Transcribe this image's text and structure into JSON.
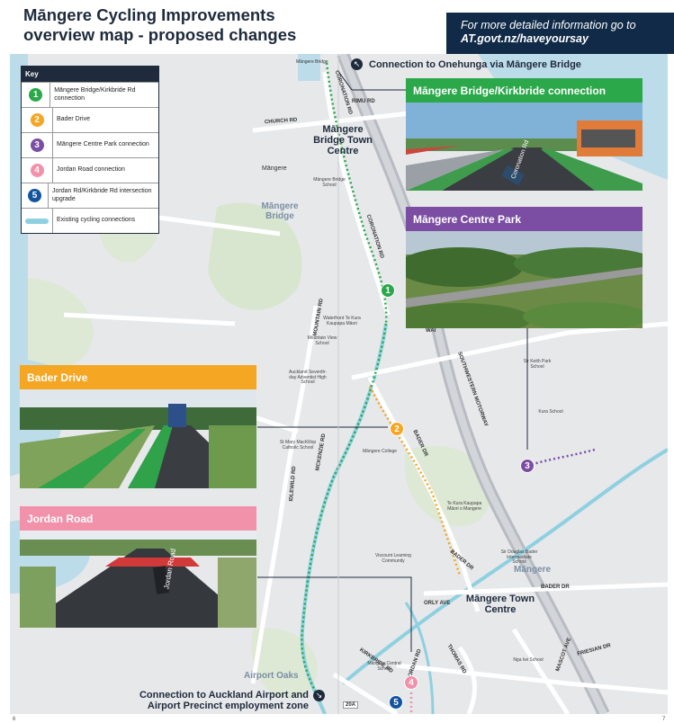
{
  "title": {
    "line1": "Māngere Cycling Improvements",
    "line2": "overview map - proposed changes"
  },
  "banner": {
    "line1": "For more detailed information go to",
    "line2": "AT.govt.nz/haveyoursay"
  },
  "key": {
    "heading": "Key",
    "items": [
      {
        "symbol": "1",
        "label": "Māngere Bridge/Kirkbride Rd connection",
        "color": "#2aa84a"
      },
      {
        "symbol": "2",
        "label": "Bader Drive",
        "color": "#f5a623"
      },
      {
        "symbol": "3",
        "label": "Māngere Centre Park connection",
        "color": "#7b4ea3"
      },
      {
        "symbol": "4",
        "label": "Jordan Road connection",
        "color": "#f291aa"
      },
      {
        "symbol": "5",
        "label": "Jordan Rd/Kirkbride Rd intersection upgrade",
        "color": "#12559e"
      },
      {
        "symbol": "",
        "label": "Existing cycling connections",
        "color": "#8fd0e0"
      }
    ]
  },
  "panels": {
    "bridge": {
      "title": "Māngere Bridge/Kirkbride connection",
      "color": "#2aa84a",
      "sign": "Coronation Rd"
    },
    "park": {
      "title": "Māngere Centre Park",
      "color": "#7b4ea3"
    },
    "bader": {
      "title": "Bader Drive",
      "color": "#f5a623"
    },
    "jordan": {
      "title": "Jordan Road",
      "color": "#f291aa",
      "sign": "Jordan Road"
    }
  },
  "connections": {
    "onehunga": "Connection to Onehunga via Māngere Bridge",
    "airport_line1": "Connection to Auckland Airport and",
    "airport_line2": "Airport Precinct employment zone"
  },
  "places": {
    "bridge_tc": "Māngere Bridge Town Centre",
    "mangere_small": "Māngere",
    "mangere_bridge": "Māngere Bridge",
    "mangere_muted": "Māngere",
    "mangere_tc": "Māngere Town Centre",
    "airport_oaks": "Airport Oaks",
    "mangere_bridge_top": "Māngere Bridge"
  },
  "roads": {
    "church": "CHURCH RD",
    "rimu": "RIMU RD",
    "coronation": "CORONATION RD",
    "coronation2": "CORONATION RD",
    "mountain": "MOUNTAIN RD",
    "waddon": "WAI",
    "motorway": "SOUTHWESTERN MOTORWAY",
    "bader": "BADER DR",
    "bader2": "BADER DR",
    "bader3": "BADER DR",
    "mckenzie": "MCKENZIE RD",
    "idlewild": "IDLEWILD RD",
    "orly": "ORLY AVE",
    "thomas": "THOMAS RD",
    "kirkbride": "KIRKBRIDE RD",
    "jordan": "JORDAN RD",
    "mascot": "MASCOT AVE",
    "friesian": "FRIESIAN DR",
    "route": "20A"
  },
  "schools": {
    "mangere_bridge_school": "Māngere Bridge School",
    "te_kura": "Waterfront Te Kura Kaupapa Māori",
    "mountain_view": "Mountain View School",
    "auckland_sda": "Auckland Seventh-day Adventist High School",
    "st_marys": "St Mary MacKillop Catholic School",
    "mangere_college": "Māngere College",
    "sir_keith": "Sir Keith Park School",
    "kura": "Kura School",
    "te_kura_kaupapa": "Te Kura Kaupapa Māori o Mangere",
    "viscount": "Viscount Learning Community",
    "sir_douglas": "Sir Douglas Bader Intermediate School",
    "mangere_central": "Māngere Central School",
    "nga_iwi": "Nga Iwi School"
  },
  "page_numbers": {
    "left": "6",
    "right": "7"
  }
}
